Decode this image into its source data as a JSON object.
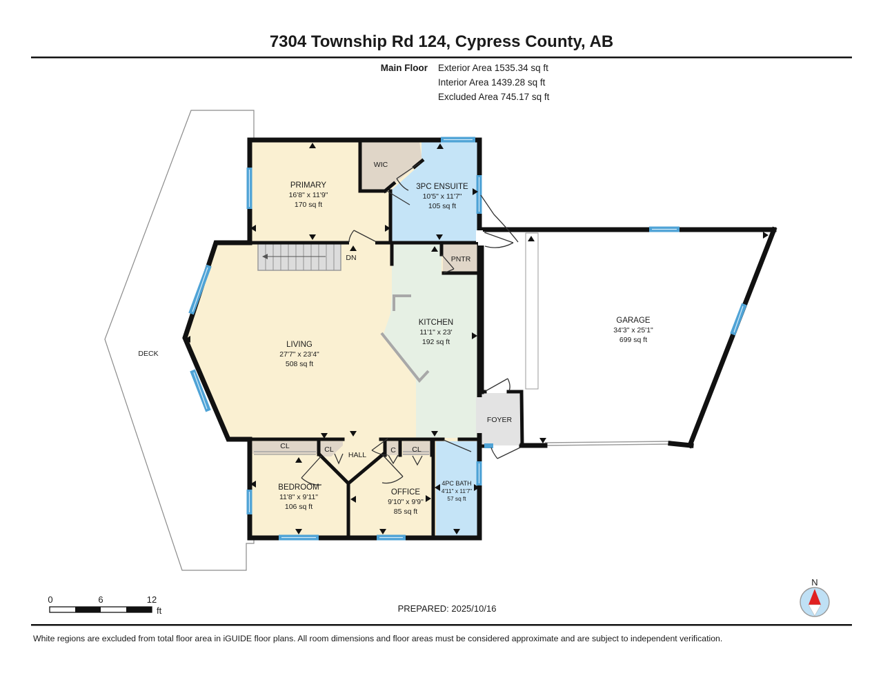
{
  "header": {
    "title": "7304 Township Rd 124, Cypress County, AB",
    "floor_label": "Main Floor",
    "stats": [
      "Exterior Area 1535.34 sq ft",
      "Interior Area 1439.28 sq ft",
      "Excluded Area 745.17 sq ft"
    ]
  },
  "rooms": {
    "primary": {
      "name": "PRIMARY",
      "dims": "16'8\" x 11'9\"",
      "area": "170 sq ft"
    },
    "wic": {
      "name": "WIC"
    },
    "ensuite": {
      "name": "3PC ENSUITE",
      "dims": "10'5\" x 11'7\"",
      "area": "105 sq ft"
    },
    "living": {
      "name": "LIVING",
      "dims": "27'7\" x 23'4\"",
      "area": "508 sq ft"
    },
    "kitchen": {
      "name": "KITCHEN",
      "dims": "11'1\" x 23'",
      "area": "192 sq ft"
    },
    "pantry": {
      "name": "PNTR"
    },
    "garage": {
      "name": "GARAGE",
      "dims": "34'3\" x 25'1\"",
      "area": "699 sq ft"
    },
    "foyer": {
      "name": "FOYER"
    },
    "deck": {
      "name": "DECK"
    },
    "bedroom": {
      "name": "BEDROOM",
      "dims": "11'8\" x 9'11\"",
      "area": "106 sq ft"
    },
    "office": {
      "name": "OFFICE",
      "dims": "9'10\" x 9'9\"",
      "area": "85 sq ft"
    },
    "bath": {
      "name": "4PC BATH",
      "dims": "4'11\" x 11'7\"",
      "area": "57 sq ft"
    },
    "hall": {
      "name": "HALL"
    },
    "closet_bedroom": {
      "name": "CL"
    },
    "closet_hall": {
      "name": "CL"
    },
    "closet_c": {
      "name": "C"
    },
    "closet_office": {
      "name": "CL"
    },
    "stairs": {
      "label": "DN"
    }
  },
  "scale_bar": {
    "ticks": [
      "0",
      "6",
      "12"
    ],
    "unit": "ft"
  },
  "compass": {
    "label": "N"
  },
  "footer": {
    "prepared": "PREPARED: 2025/10/16",
    "disclaimer": "White regions are excluded from total floor area in iGUIDE floor plans. All room dimensions and floor areas must be considered approximate and are subject to independent verification."
  },
  "colors": {
    "room_cream": "#faf0d2",
    "room_mint": "#e6f0e4",
    "room_blue": "#c5e4f7",
    "room_tan": "#e0d6c8",
    "room_gray": "#e3e3e3",
    "window_blue": "#4fa3d6",
    "wall_black": "#111111",
    "compass_north": "#e02020"
  }
}
